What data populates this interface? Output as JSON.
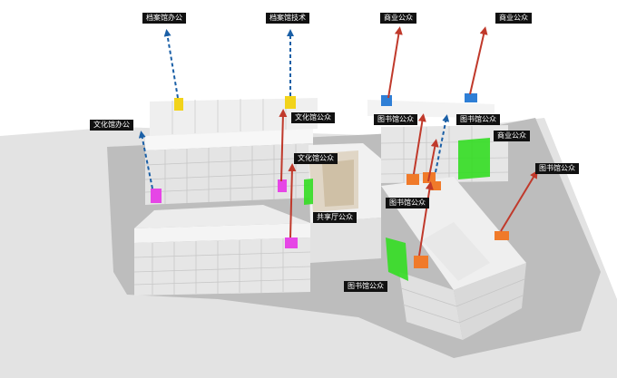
{
  "labels": {
    "archive_office": "档案馆办公",
    "archive_tech": "档案馆技术",
    "commercial_public_1": "商业公众",
    "commercial_public_2": "商业公众",
    "commercial_public_3": "商业公众",
    "culture_office": "文化馆办公",
    "culture_public": "文化馆公众",
    "culture_public_2": "文化馆公众",
    "library_public_1": "图书馆公众",
    "library_public_2": "图书馆公众",
    "library_public_3": "图书馆公众",
    "library_public_4": "图书馆公众",
    "library_public_5": "图书馆公众",
    "shared_hall_public": "共享厅公众"
  },
  "colors": {
    "staff_arrow": "#1a5fa6",
    "public_arrow": "#c0392b",
    "archive_core": "#f2d31a",
    "commercial_core": "#2f7fd6",
    "culture_core": "#e646e6",
    "library_core": "#f07a2a",
    "greenery": "#33dd22",
    "ground": "#dcdcdc",
    "site_plate": "#bdbdbd"
  }
}
